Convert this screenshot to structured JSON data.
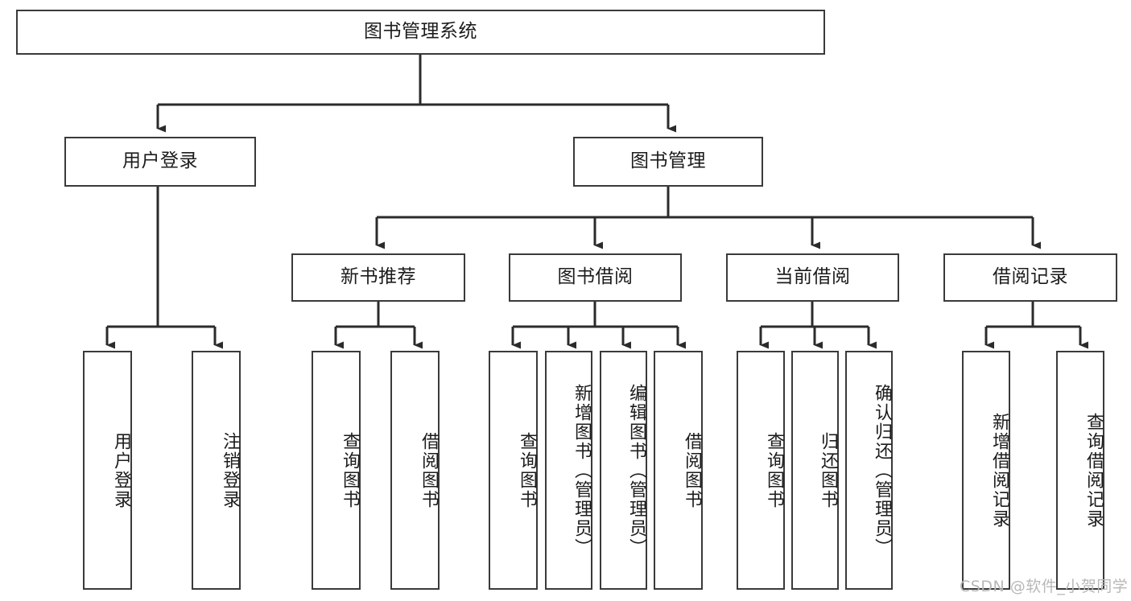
{
  "diagram": {
    "kind": "hierarchy-tree",
    "title": "图书管理系统",
    "watermark": "CSDN @软件_小贺同学",
    "colors": {
      "box_border": "#3a3a3a",
      "box_fill": "#ffffff",
      "connector": "#2b2b2b",
      "text": "#1c1c1c",
      "watermark": "#b8b8b8",
      "background": "#ffffff"
    }
  },
  "chart_data": {
    "type": "tree",
    "title": "图书管理系统",
    "root": "图书管理系统",
    "levels": 4,
    "nodes": [
      {
        "id": "root",
        "label": "图书管理系统",
        "level": 0,
        "parent": null,
        "orientation": "horizontal"
      },
      {
        "id": "login",
        "label": "用户登录",
        "level": 1,
        "parent": "root",
        "orientation": "horizontal"
      },
      {
        "id": "bookmgmt",
        "label": "图书管理",
        "level": 1,
        "parent": "root",
        "orientation": "horizontal"
      },
      {
        "id": "newbook",
        "label": "新书推荐",
        "level": 2,
        "parent": "bookmgmt",
        "orientation": "horizontal"
      },
      {
        "id": "borrow",
        "label": "图书借阅",
        "level": 2,
        "parent": "bookmgmt",
        "orientation": "horizontal"
      },
      {
        "id": "current",
        "label": "当前借阅",
        "level": 2,
        "parent": "bookmgmt",
        "orientation": "horizontal"
      },
      {
        "id": "records",
        "label": "借阅记录",
        "level": 2,
        "parent": "bookmgmt",
        "orientation": "horizontal"
      },
      {
        "id": "leaf-user-login",
        "label": "用户登录",
        "level": 3,
        "parent": "login",
        "orientation": "vertical"
      },
      {
        "id": "leaf-user-logout",
        "label": "注销登录",
        "level": 3,
        "parent": "login",
        "orientation": "vertical"
      },
      {
        "id": "leaf-newbook-query",
        "label": "查询图书",
        "level": 3,
        "parent": "newbook",
        "orientation": "vertical"
      },
      {
        "id": "leaf-newbook-borrow",
        "label": "借阅图书",
        "level": 3,
        "parent": "newbook",
        "orientation": "vertical"
      },
      {
        "id": "leaf-borrow-query",
        "label": "查询图书",
        "level": 3,
        "parent": "borrow",
        "orientation": "vertical"
      },
      {
        "id": "leaf-borrow-add",
        "label": "新增图书（管理员）",
        "level": 3,
        "parent": "borrow",
        "orientation": "vertical"
      },
      {
        "id": "leaf-borrow-edit",
        "label": "编辑图书（管理员）",
        "level": 3,
        "parent": "borrow",
        "orientation": "vertical"
      },
      {
        "id": "leaf-borrow-lend",
        "label": "借阅图书",
        "level": 3,
        "parent": "borrow",
        "orientation": "vertical"
      },
      {
        "id": "leaf-current-query",
        "label": "查询图书",
        "level": 3,
        "parent": "current",
        "orientation": "vertical"
      },
      {
        "id": "leaf-current-return",
        "label": "归还图书",
        "level": 3,
        "parent": "current",
        "orientation": "vertical"
      },
      {
        "id": "leaf-current-confirm",
        "label": "确认归还（管理员）",
        "level": 3,
        "parent": "current",
        "orientation": "vertical"
      },
      {
        "id": "leaf-records-add",
        "label": "新增借阅记录",
        "level": 3,
        "parent": "records",
        "orientation": "vertical"
      },
      {
        "id": "leaf-records-query",
        "label": "查询借阅记录",
        "level": 3,
        "parent": "records",
        "orientation": "vertical"
      }
    ],
    "edges": [
      {
        "from": "root",
        "to": "login"
      },
      {
        "from": "root",
        "to": "bookmgmt"
      },
      {
        "from": "bookmgmt",
        "to": "newbook"
      },
      {
        "from": "bookmgmt",
        "to": "borrow"
      },
      {
        "from": "bookmgmt",
        "to": "current"
      },
      {
        "from": "bookmgmt",
        "to": "records"
      },
      {
        "from": "login",
        "to": "leaf-user-login"
      },
      {
        "from": "login",
        "to": "leaf-user-logout"
      },
      {
        "from": "newbook",
        "to": "leaf-newbook-query"
      },
      {
        "from": "newbook",
        "to": "leaf-newbook-borrow"
      },
      {
        "from": "borrow",
        "to": "leaf-borrow-query"
      },
      {
        "from": "borrow",
        "to": "leaf-borrow-add"
      },
      {
        "from": "borrow",
        "to": "leaf-borrow-edit"
      },
      {
        "from": "borrow",
        "to": "leaf-borrow-lend"
      },
      {
        "from": "current",
        "to": "leaf-current-query"
      },
      {
        "from": "current",
        "to": "leaf-current-return"
      },
      {
        "from": "current",
        "to": "leaf-current-confirm"
      },
      {
        "from": "records",
        "to": "leaf-records-add"
      },
      {
        "from": "records",
        "to": "leaf-records-query"
      }
    ]
  }
}
